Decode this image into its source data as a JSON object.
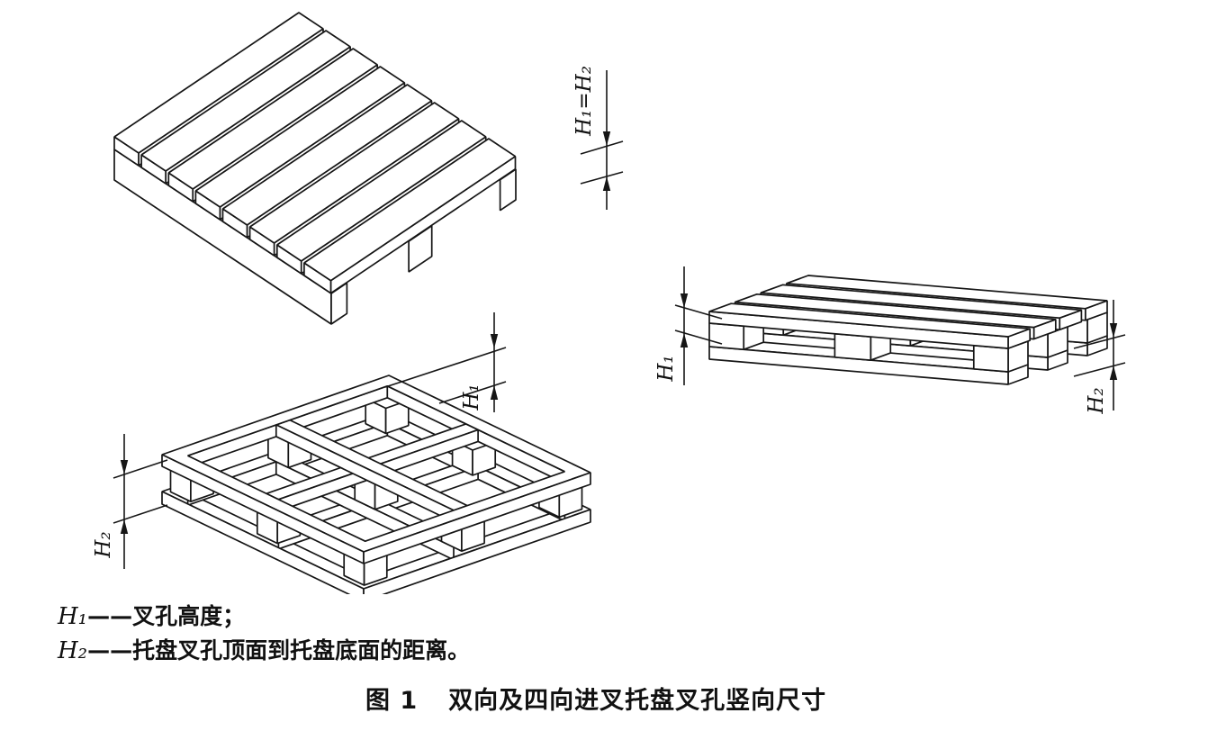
{
  "figure": {
    "dimension_labels": {
      "stringer_pallet": "H₁=H₂",
      "frame_pallet_h1": "H₁",
      "frame_pallet_h2": "H₂",
      "block_pallet_h1": "H₁",
      "block_pallet_h2": "H₂"
    },
    "legend": [
      {
        "symbol": "H₁",
        "definition": "——叉孔高度；"
      },
      {
        "symbol": "H₂",
        "definition": "——托盘叉孔顶面到托盘底面的距离。"
      }
    ],
    "caption": {
      "number": "图 1",
      "title": "双向及四向进叉托盘叉孔竖向尺寸"
    },
    "colors": {
      "line": "#161616",
      "background": "#ffffff"
    }
  }
}
